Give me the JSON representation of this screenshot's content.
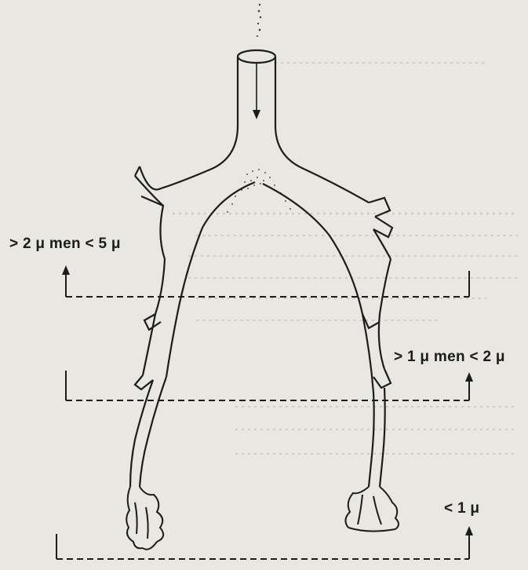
{
  "labels": {
    "upper": "> 2 μ men < 5 μ",
    "middle": "> 1 μ men < 2 μ",
    "lower": "< 1 μ"
  },
  "colors": {
    "ink": "#1c1c1c",
    "paper": "#e9e7e1"
  }
}
